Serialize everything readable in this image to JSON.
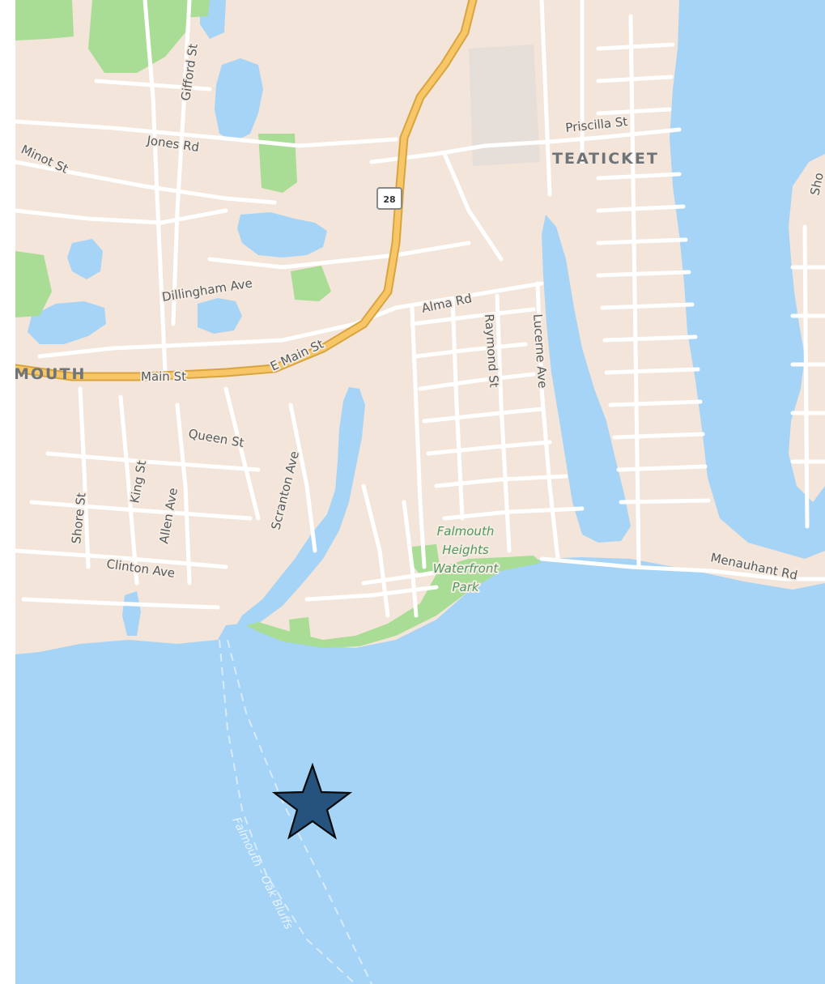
{
  "map": {
    "colors": {
      "land": "#f3e5d9",
      "water": "#a6d4f7",
      "park": "#a9dc95",
      "road": "#ffffff",
      "highway": "#f6c667",
      "highway_edge": "#d9a440",
      "label": "#555a5e",
      "park_label": "#4f9a62",
      "marker_fill": "#25537d",
      "marker_stroke": "#0a0a0a"
    },
    "place_labels": {
      "teaticket": "TEATICKET",
      "falmouth_partial": "MOUTH"
    },
    "route_shield": {
      "number": "28"
    },
    "streets": {
      "gifford": "Gifford St",
      "jones": "Jones Rd",
      "minot": "Minot St",
      "priscilla": "Priscilla St",
      "dillingham": "Dillingham Ave",
      "alma": "Alma Rd",
      "raymond": "Raymond St",
      "lucerne": "Lucerne Ave",
      "e_main": "E Main St",
      "main": "Main St",
      "queen": "Queen St",
      "scranton": "Scranton Ave",
      "king": "King St",
      "shore": "Shore St",
      "allen": "Allen Ave",
      "clinton": "Clinton Ave",
      "menauhant": "Menauhant Rd",
      "shore_partial": "Sho"
    },
    "park_label": [
      "Falmouth",
      "Heights",
      "Waterfront",
      "Park"
    ],
    "ferry_label": "Falmouth - Oak Bluffs",
    "marker": {
      "icon": "star-icon"
    }
  }
}
